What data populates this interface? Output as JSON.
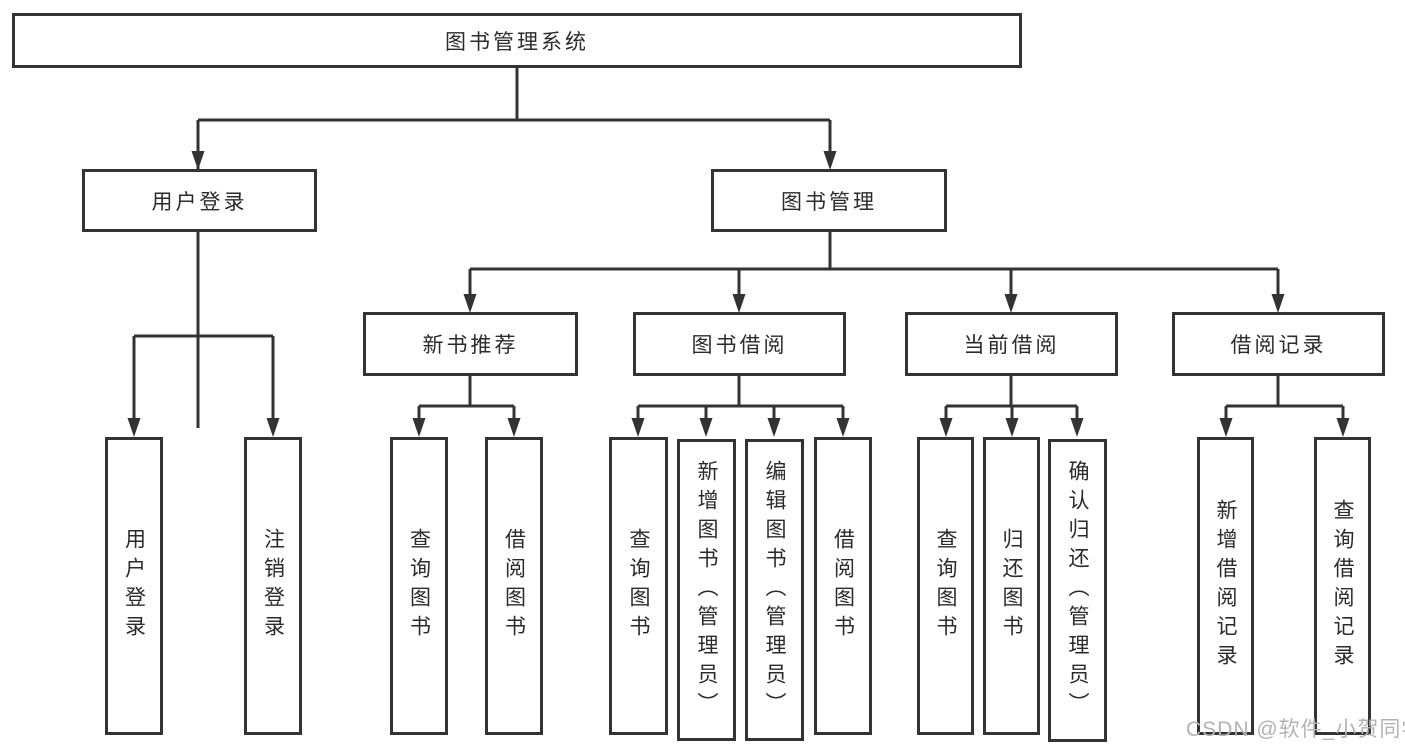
{
  "tree": {
    "label": "图书管理系统",
    "children": [
      {
        "label": "用户登录",
        "children": [
          {
            "label": "用户登录"
          },
          {
            "label": "注销登录"
          }
        ]
      },
      {
        "label": "图书管理",
        "children": [
          {
            "label": "新书推荐",
            "children": [
              {
                "label": "查询图书"
              },
              {
                "label": "借阅图书"
              }
            ]
          },
          {
            "label": "图书借阅",
            "children": [
              {
                "label": "查询图书"
              },
              {
                "label": "新增图书（管理员）"
              },
              {
                "label": "编辑图书（管理员）"
              },
              {
                "label": "借阅图书"
              }
            ]
          },
          {
            "label": "当前借阅",
            "children": [
              {
                "label": "查询图书"
              },
              {
                "label": "归还图书"
              },
              {
                "label": "确认归还（管理员）"
              }
            ]
          },
          {
            "label": "借阅记录",
            "children": [
              {
                "label": "新增借阅记录"
              },
              {
                "label": "查询借阅记录"
              }
            ]
          }
        ]
      }
    ]
  },
  "watermark": "CSDN @软件_小贺同学",
  "colors": {
    "line": "#333333",
    "text": "#2b2b2b",
    "box_background": "#ffffff",
    "page_background": "#ffffff",
    "watermark": "#b3b3b3"
  }
}
